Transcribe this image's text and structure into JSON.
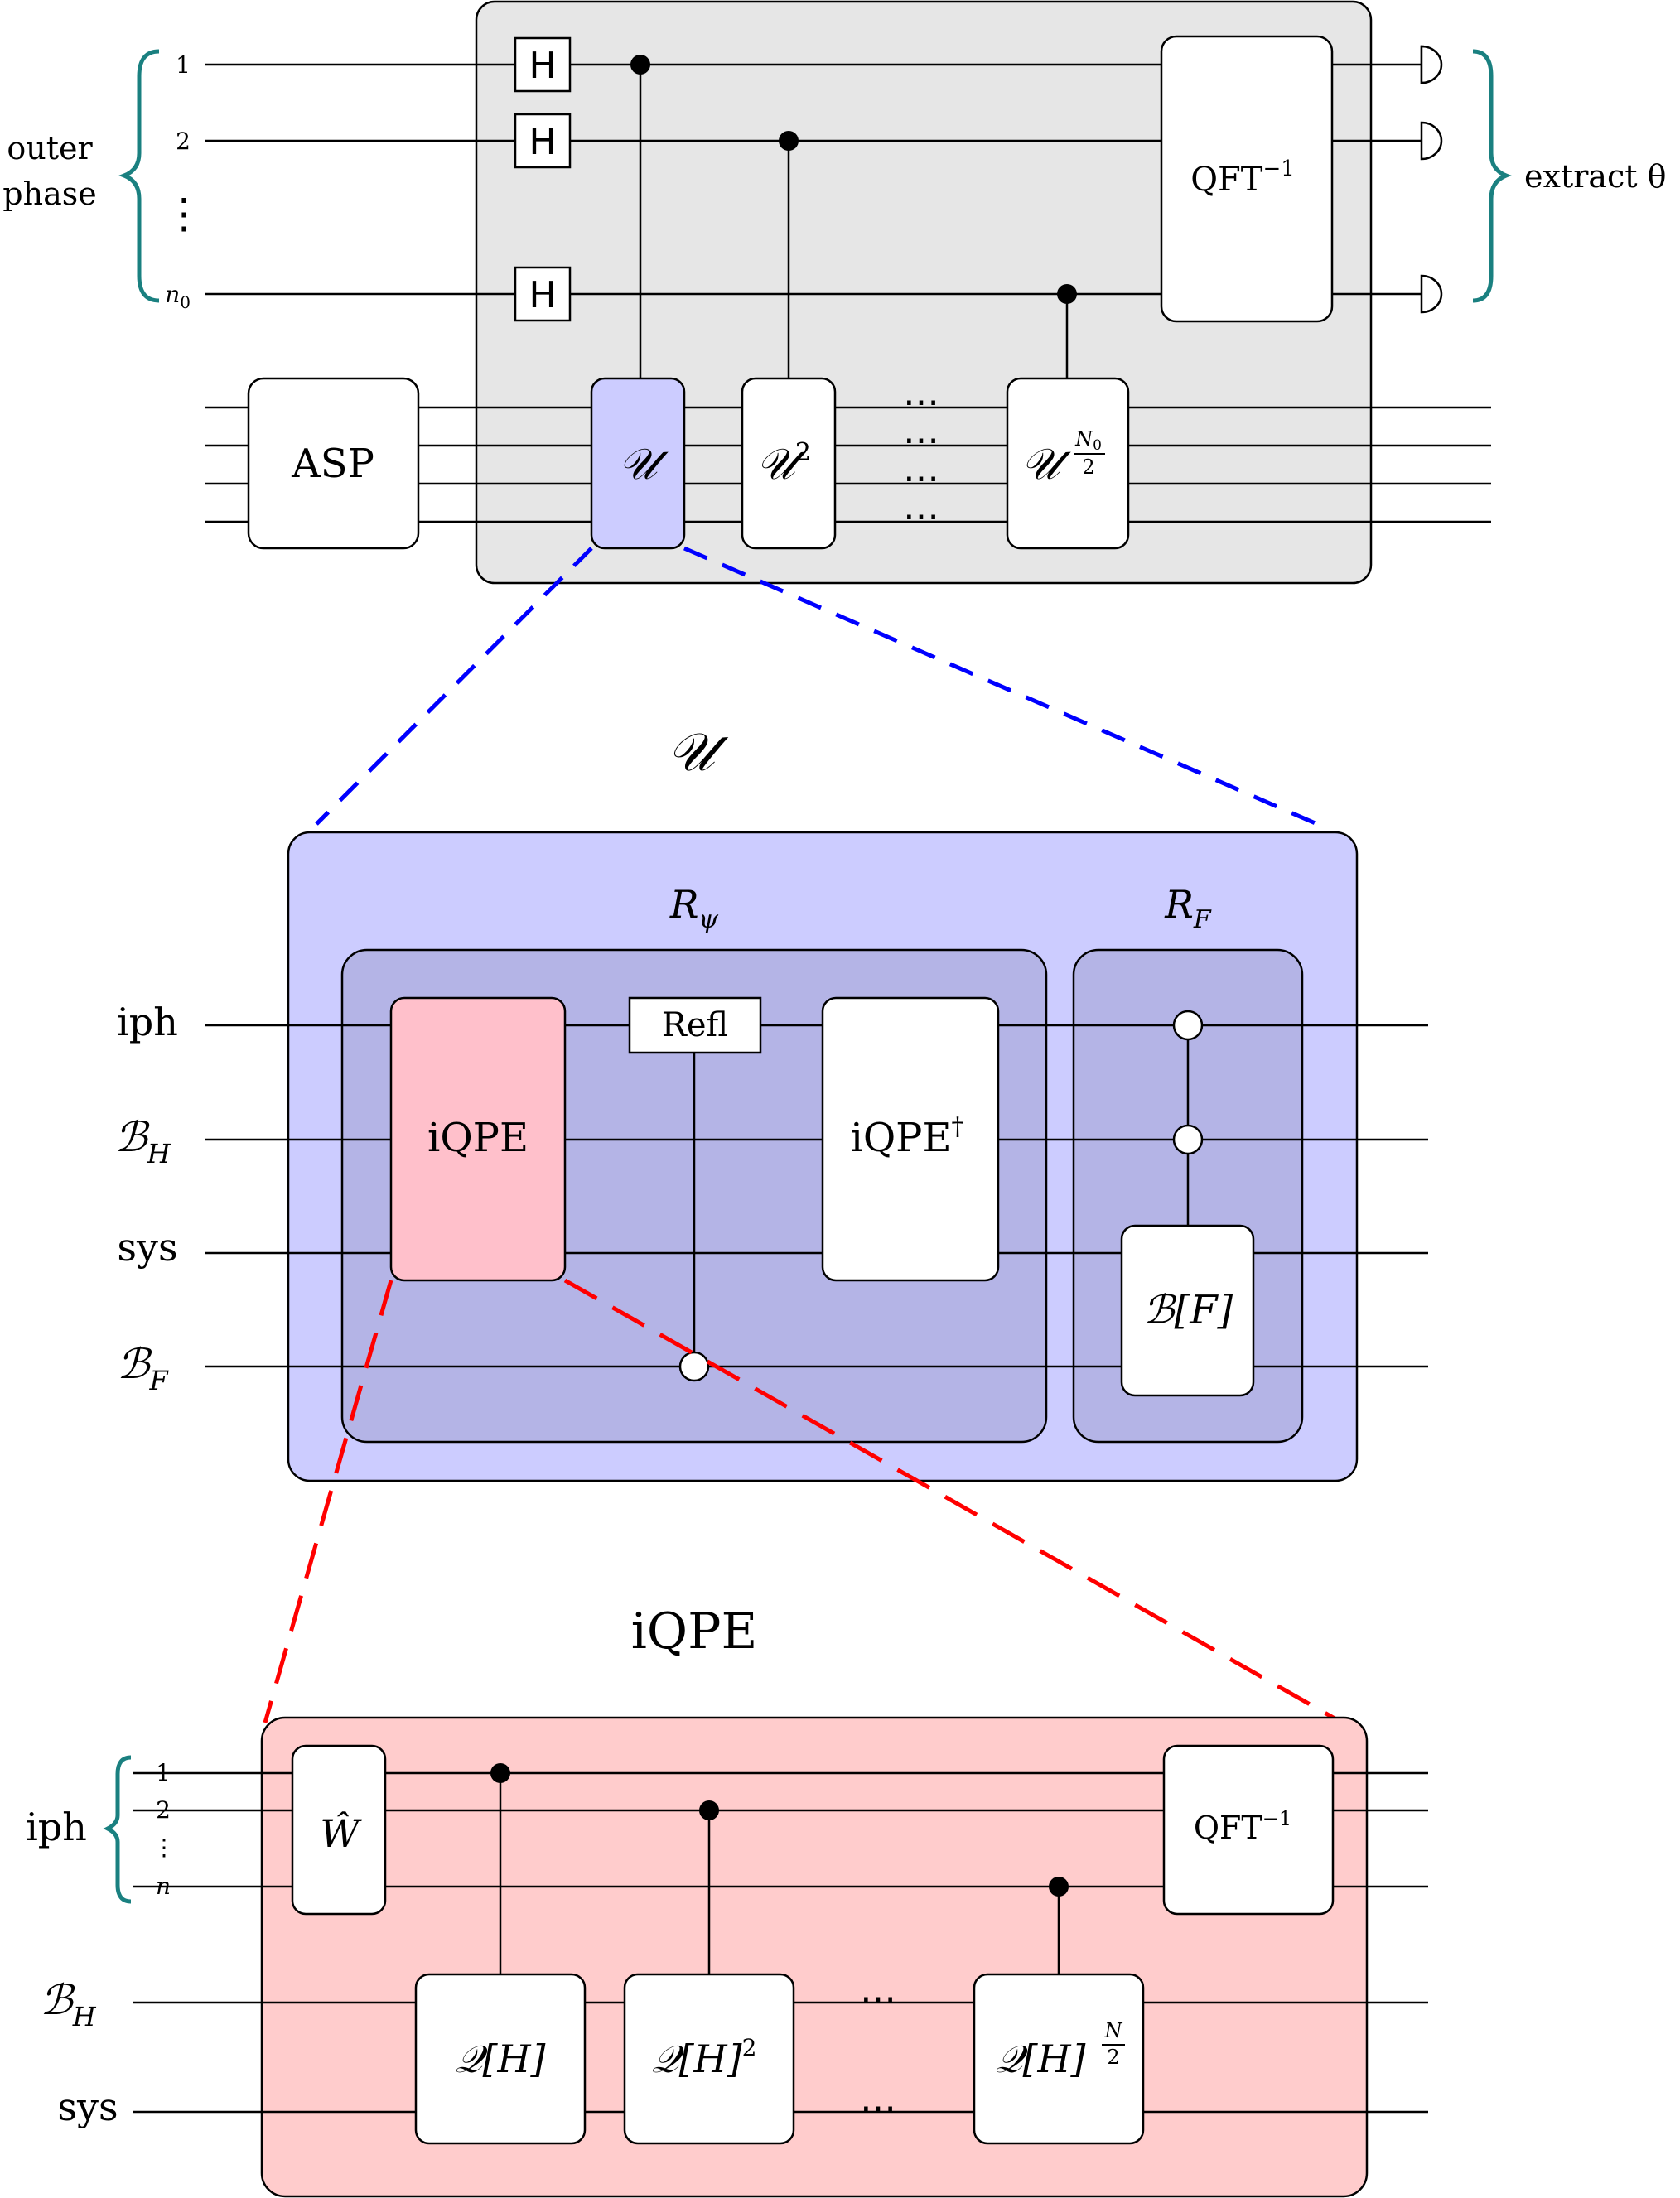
{
  "colors": {
    "grey_panel": "#e6e6e6",
    "u_panel": "#ccccff",
    "u_inner": "#b4b4e6",
    "iqpe_panel": "#ffcccc",
    "iqpe_gate": "#ffc0cb",
    "brace": "#1a8080",
    "blue_dash": "#0000ff",
    "red_dash": "#ff0000"
  },
  "outer": {
    "brace_left_label_1": "outer",
    "brace_left_label_2": "phase",
    "qubit_1": "1",
    "qubit_2": "2",
    "vdots": "⋮",
    "qubit_n0": "n",
    "qubit_n0_sub": "0",
    "h_gate": "H",
    "asp": "ASP",
    "u": "𝒰",
    "u2": "𝒰",
    "u2_exp": "2",
    "ellipsis": "⋯",
    "un": "𝒰",
    "un_exp_num": "N",
    "un_exp_num_sub": "0",
    "un_exp_den": "2",
    "qft": "QFT",
    "qft_exp": "−1",
    "extract": "extract θ"
  },
  "u_title": "𝒰",
  "u_block": {
    "r_psi": "R",
    "r_psi_sub": "ψ",
    "r_f": "R",
    "r_f_sub": "F",
    "wire_iph": "iph",
    "wire_bh": "ℬ",
    "wire_bh_sub": "H",
    "wire_sys": "sys",
    "wire_bf": "ℬ",
    "wire_bf_sub": "F",
    "iqpe": "iQPE",
    "refl": "Refl",
    "iqpe_dag": "iQPE",
    "dagger": "†",
    "bf_gate": "ℬ[F]"
  },
  "iqpe_title": "iQPE",
  "iqpe_block": {
    "iph": "iph",
    "q1": "1",
    "q2": "2",
    "vdots": "⋮",
    "qn": "n",
    "w_hat": "Ŵ",
    "qft": "QFT",
    "qft_exp": "−1",
    "bh": "ℬ",
    "bh_sub": "H",
    "sys": "sys",
    "qh": "𝒬[H]",
    "qh2": "𝒬[H]",
    "qh2_exp": "2",
    "qhn": "𝒬[H]",
    "qhn_exp_num": "N",
    "qhn_exp_den": "2",
    "ellipsis": "⋯"
  }
}
